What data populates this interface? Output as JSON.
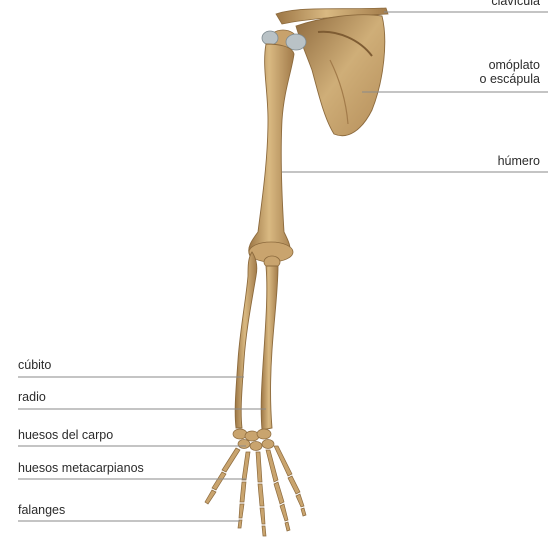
{
  "labels": {
    "clavicle": "clavícula",
    "scapula_line1": "omóplato",
    "scapula_line2": "o escápula",
    "humerus": "húmero",
    "ulna": "cúbito",
    "radius": "radio",
    "carpals": "huesos del carpo",
    "metacarpals": "huesos metacarpianos",
    "phalanges": "falanges"
  },
  "colors": {
    "bone": "#c9a46e",
    "bone_shadow": "#9c7645",
    "bone_highlight": "#e3c796",
    "joint_cartilage": "#b9c2c6",
    "leader_line": "#8a8a8a"
  }
}
